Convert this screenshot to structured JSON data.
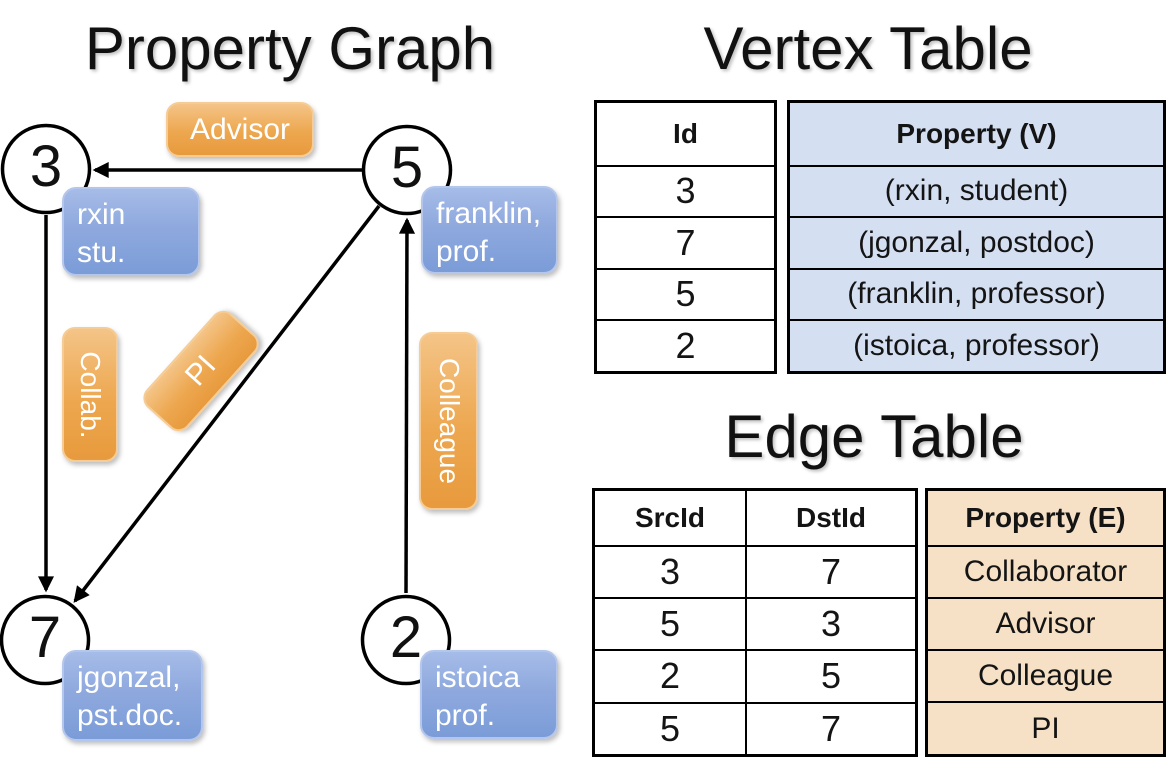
{
  "titles": {
    "property_graph": "Property Graph",
    "vertex_table": "Vertex Table",
    "edge_table": "Edge Table"
  },
  "graph": {
    "nodes": [
      {
        "id": "3",
        "line1": "rxin",
        "line2": "stu."
      },
      {
        "id": "5",
        "line1": "franklin,",
        "line2": "prof."
      },
      {
        "id": "7",
        "line1": "jgonzal,",
        "line2": "pst.doc."
      },
      {
        "id": "2",
        "line1": "istoica",
        "line2": "prof."
      }
    ],
    "edge_labels": [
      {
        "label": "Advisor"
      },
      {
        "label": "Collab."
      },
      {
        "label": "PI"
      },
      {
        "label": "Colleague"
      }
    ]
  },
  "vertex_table": {
    "columns": [
      "Id",
      "Property (V)"
    ],
    "rows": [
      [
        "3",
        "(rxin, student)"
      ],
      [
        "7",
        "(jgonzal, postdoc)"
      ],
      [
        "5",
        "(franklin, professor)"
      ],
      [
        "2",
        "(istoica, professor)"
      ]
    ]
  },
  "edge_table": {
    "columns": [
      "SrcId",
      "DstId",
      "Property (E)"
    ],
    "rows": [
      [
        "3",
        "7",
        "Collaborator"
      ],
      [
        "5",
        "3",
        "Advisor"
      ],
      [
        "2",
        "5",
        "Colleague"
      ],
      [
        "5",
        "7",
        "PI"
      ]
    ]
  },
  "colors": {
    "edge_label_top": "#f4c487",
    "edge_label_bottom": "#e89a3d",
    "vertex_card_top": "#a6bce8",
    "vertex_card_bottom": "#7b9cd8",
    "vertex_table_fill": "#d4dff2",
    "edge_table_fill": "#f6e1c7",
    "line": "#000000"
  }
}
